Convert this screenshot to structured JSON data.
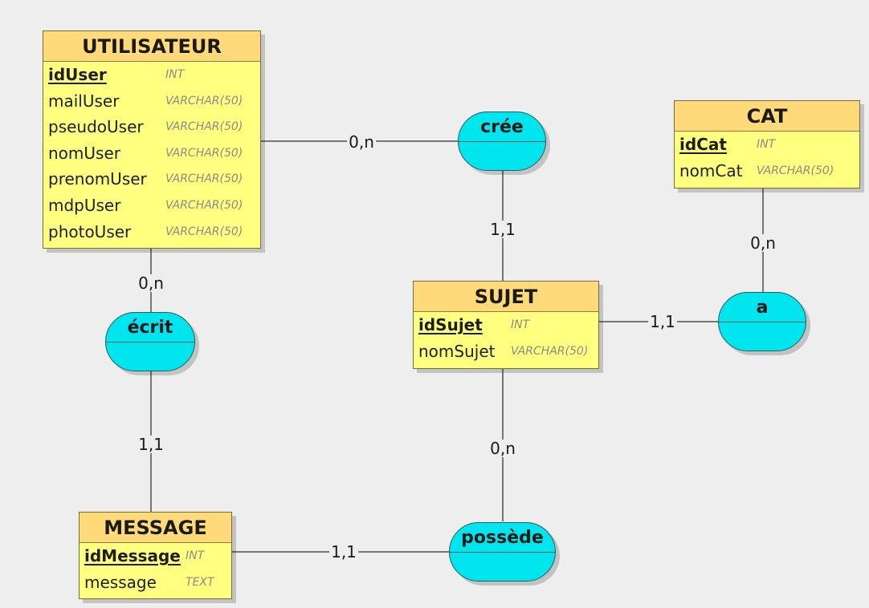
{
  "entities": {
    "utilisateur": {
      "name": "UTILISATEUR",
      "attributes": [
        {
          "name": "idUser",
          "type": "INT",
          "key": true
        },
        {
          "name": "mailUser",
          "type": "VARCHAR(50)",
          "key": false
        },
        {
          "name": "pseudoUser",
          "type": "VARCHAR(50)",
          "key": false
        },
        {
          "name": "nomUser",
          "type": "VARCHAR(50)",
          "key": false
        },
        {
          "name": "prenomUser",
          "type": "VARCHAR(50)",
          "key": false
        },
        {
          "name": "mdpUser",
          "type": "VARCHAR(50)",
          "key": false
        },
        {
          "name": "photoUser",
          "type": "VARCHAR(50)",
          "key": false
        }
      ]
    },
    "cat": {
      "name": "CAT",
      "attributes": [
        {
          "name": "idCat",
          "type": "INT",
          "key": true
        },
        {
          "name": "nomCat",
          "type": "VARCHAR(50)",
          "key": false
        }
      ]
    },
    "sujet": {
      "name": "SUJET",
      "attributes": [
        {
          "name": "idSujet",
          "type": "INT",
          "key": true
        },
        {
          "name": "nomSujet",
          "type": "VARCHAR(50)",
          "key": false
        }
      ]
    },
    "message": {
      "name": "MESSAGE",
      "attributes": [
        {
          "name": "idMessage",
          "type": "INT",
          "key": true
        },
        {
          "name": "message",
          "type": "TEXT",
          "key": false
        }
      ]
    }
  },
  "associations": {
    "cree": {
      "name": "crée"
    },
    "ecrit": {
      "name": "écrit"
    },
    "a": {
      "name": "a"
    },
    "possede": {
      "name": "possède"
    }
  },
  "cardinalities": {
    "utilisateur_cree": "0,n",
    "cree_sujet": "1,1",
    "cat_a": "0,n",
    "sujet_a": "1,1",
    "utilisateur_ecrit": "0,n",
    "message_ecrit": "1,1",
    "sujet_possede": "0,n",
    "message_possede": "1,1"
  },
  "colors": {
    "entity_body": "#ffff80",
    "entity_header": "#ffd97a",
    "association": "#00e5ee",
    "background": "#eeeeee",
    "type_text": "#8a8a8a"
  }
}
